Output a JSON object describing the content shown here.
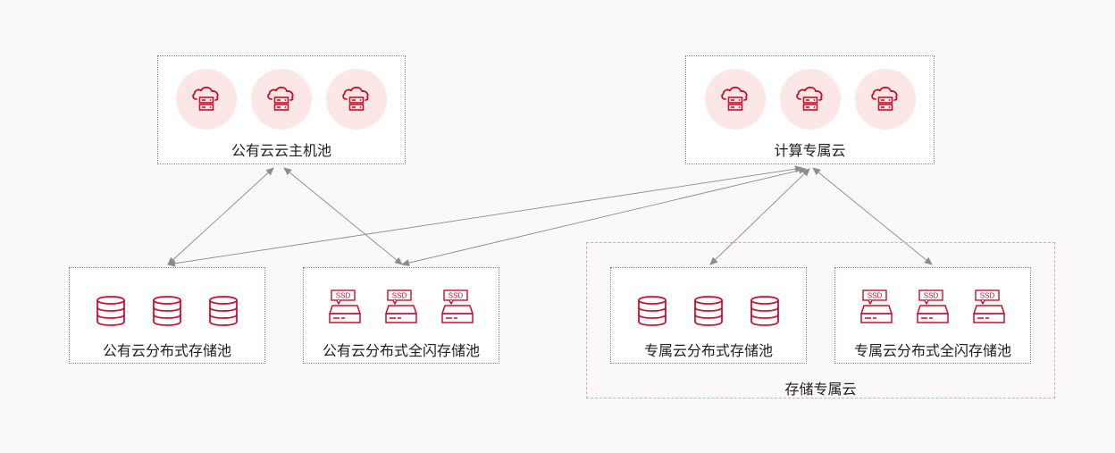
{
  "colors": {
    "accent": "#c8102e",
    "circle_bg": "#fde6e6",
    "arrow": "#8c8c8c",
    "group_border": "#e2a6ad"
  },
  "compute": {
    "public_host_pool": {
      "label": "公有云云主机池",
      "icon": "cloud-server-icon",
      "icon_count": 3
    },
    "dedicated_compute": {
      "label": "计算专属云",
      "icon": "cloud-server-icon",
      "icon_count": 3
    }
  },
  "storage": {
    "public_distributed": {
      "label": "公有云分布式存储池",
      "icon": "database-icon",
      "icon_count": 3
    },
    "public_allflash": {
      "label": "公有云分布式全闪存储池",
      "icon": "ssd-drive-icon",
      "icon_count": 3,
      "icon_text": "SSD"
    },
    "dedicated_distributed": {
      "label": "专属云分布式存储池",
      "icon": "database-icon",
      "icon_count": 3
    },
    "dedicated_allflash": {
      "label": "专属云分布式全闪存储池",
      "icon": "ssd-drive-icon",
      "icon_count": 3,
      "icon_text": "SSD"
    }
  },
  "storage_group": {
    "label": "存储专属云"
  },
  "connections": [
    {
      "from": "public_host_pool",
      "to": "public_distributed"
    },
    {
      "from": "public_host_pool",
      "to": "public_allflash"
    },
    {
      "from": "dedicated_compute",
      "to": "public_distributed"
    },
    {
      "from": "dedicated_compute",
      "to": "public_allflash"
    },
    {
      "from": "dedicated_compute",
      "to": "dedicated_distributed"
    },
    {
      "from": "dedicated_compute",
      "to": "dedicated_allflash"
    }
  ]
}
